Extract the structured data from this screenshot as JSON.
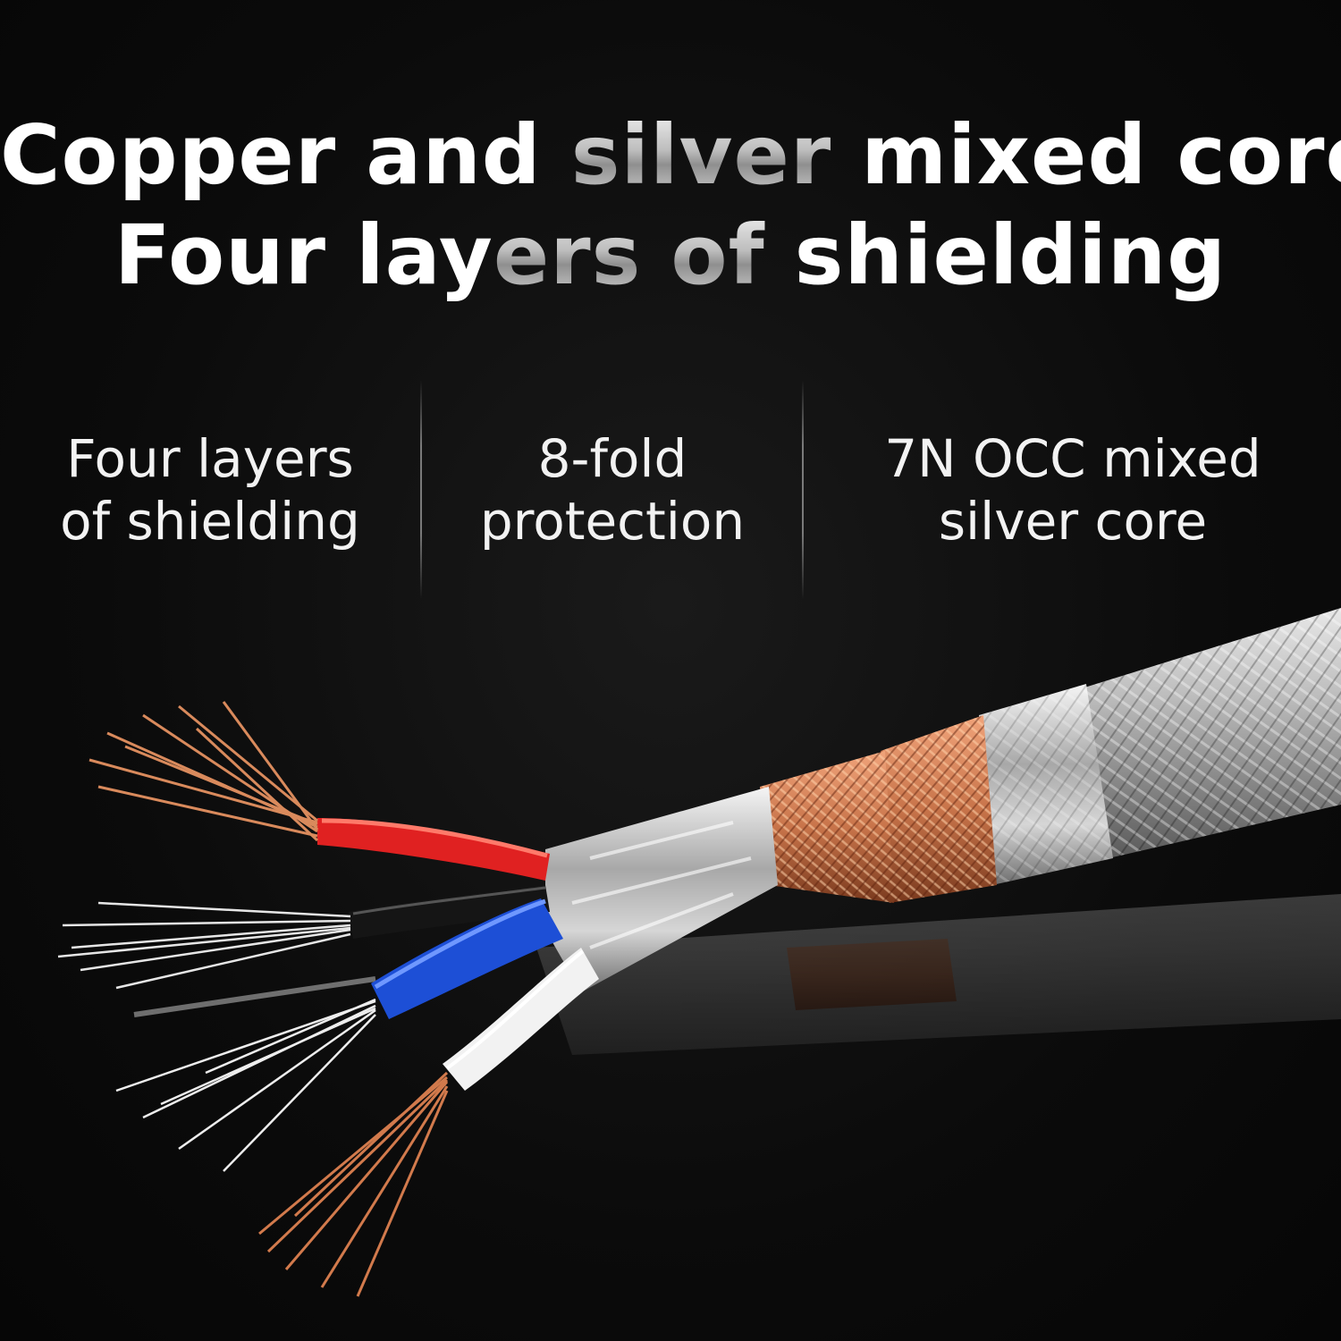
{
  "headline": {
    "line1_part1": "Copper and ",
    "line1_part2": "silver",
    "line1_part3": " mixed core",
    "line2_part1": "Four lay",
    "line2_part2": "ers of",
    "line2_part3": " shielding"
  },
  "features": [
    {
      "line1": "Four layers",
      "line2": "of shielding"
    },
    {
      "line1": "8-fold",
      "line2": "protection"
    },
    {
      "line1": "7N OCC mixed",
      "line2": "silver core"
    }
  ],
  "colors": {
    "background": "#0d0d0d",
    "text": "#ffffff",
    "copper": "#c8744a",
    "red_insulation": "#e02121",
    "blue_insulation": "#1d4fd6",
    "white_insulation": "#f2f2f2",
    "black_insulation": "#151515",
    "silver_foil": "#c9c9c9"
  },
  "illustration": {
    "subject": "cable-cross-section-photo"
  }
}
